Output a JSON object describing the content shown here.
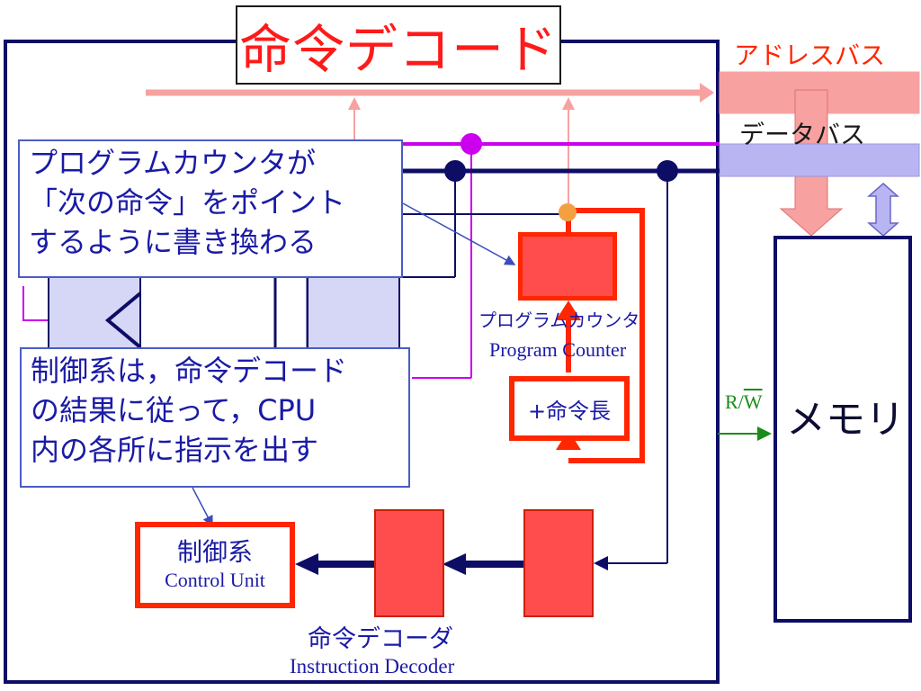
{
  "title": "命令デコード",
  "buses": {
    "address": "アドレスバス",
    "data": "データバス"
  },
  "memory": {
    "label": "メモリ",
    "rw_label_r": "R/",
    "rw_label_w": "W"
  },
  "program_counter": {
    "label_jp": "プログラムカウンタ",
    "label_en": "Program Counter",
    "increment_label": "+命令長"
  },
  "control_unit": {
    "label_jp": "制御系",
    "label_en": "Control Unit"
  },
  "instruction_decoder": {
    "label_jp": "命令デコーダ",
    "label_en": "Instruction Decoder"
  },
  "callouts": {
    "pc": [
      "プログラムカウンタが",
      "「次の命令」をポイント",
      "するように書き換わる"
    ],
    "cu": [
      "制御系は，命令デコード",
      "の結果に従って，CPU",
      "内の各所に指示を出す"
    ]
  },
  "colors": {
    "address_bus": "#f7a1a1",
    "data_bus_fill": "#b9b5f2",
    "magenta_line": "#cc00ee",
    "navy_line": "#0d0d66",
    "active_red": "#ff2600",
    "text_blue": "#1a1aa6",
    "rw_green": "#1a8c1a"
  }
}
